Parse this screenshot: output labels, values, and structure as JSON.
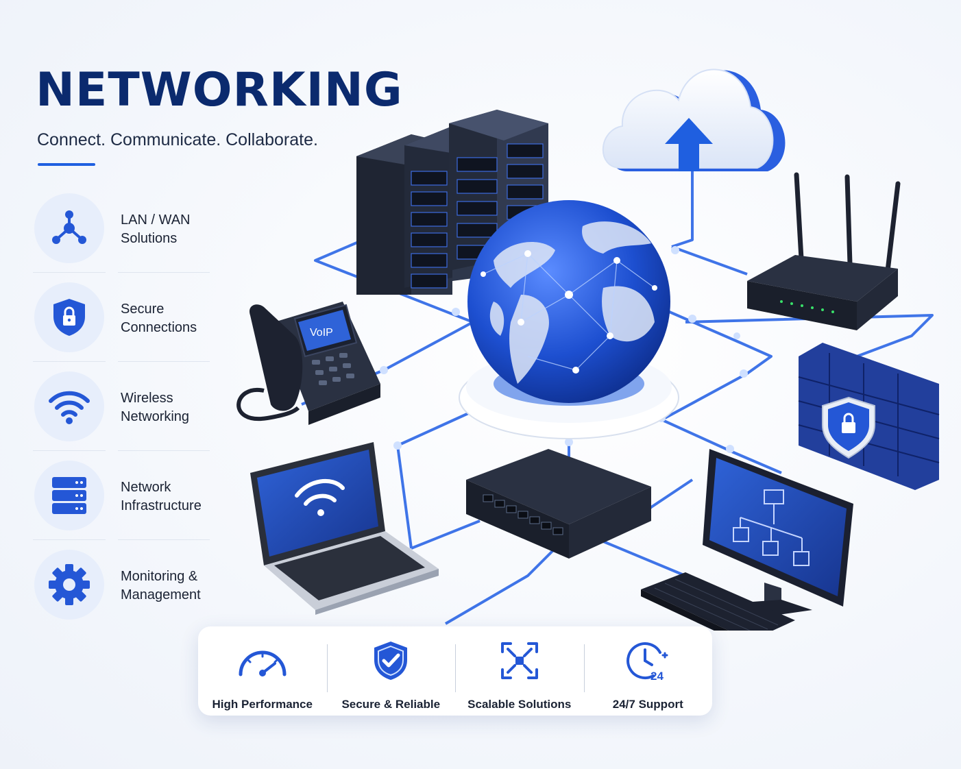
{
  "hero": {
    "title": "NETWORKING",
    "tagline": "Connect. Communicate. Collaborate."
  },
  "features": [
    {
      "label_line1": "LAN / WAN",
      "label_line2": "Solutions",
      "icon": "network-nodes-icon"
    },
    {
      "label_line1": "Secure",
      "label_line2": "Connections",
      "icon": "shield-lock-icon"
    },
    {
      "label_line1": "Wireless",
      "label_line2": "Networking",
      "icon": "wifi-icon"
    },
    {
      "label_line1": "Network",
      "label_line2": "Infrastructure",
      "icon": "server-stack-icon"
    },
    {
      "label_line1": "Monitoring &",
      "label_line2": "Management",
      "icon": "gear-icon"
    }
  ],
  "scene": {
    "phone_screen_label": "VoIP"
  },
  "benefits": [
    {
      "label": "High Performance",
      "icon": "speedometer-icon"
    },
    {
      "label": "Secure & Reliable",
      "icon": "shield-check-icon"
    },
    {
      "label": "Scalable Solutions",
      "icon": "expand-arrows-icon"
    },
    {
      "label": "24/7 Support",
      "icon": "clock-24-icon"
    }
  ],
  "colors": {
    "brand_navy": "#0b2a6e",
    "accent_blue": "#1f5fe0",
    "icon_blue": "#2457d6",
    "icon_bg": "#e7eefb"
  }
}
